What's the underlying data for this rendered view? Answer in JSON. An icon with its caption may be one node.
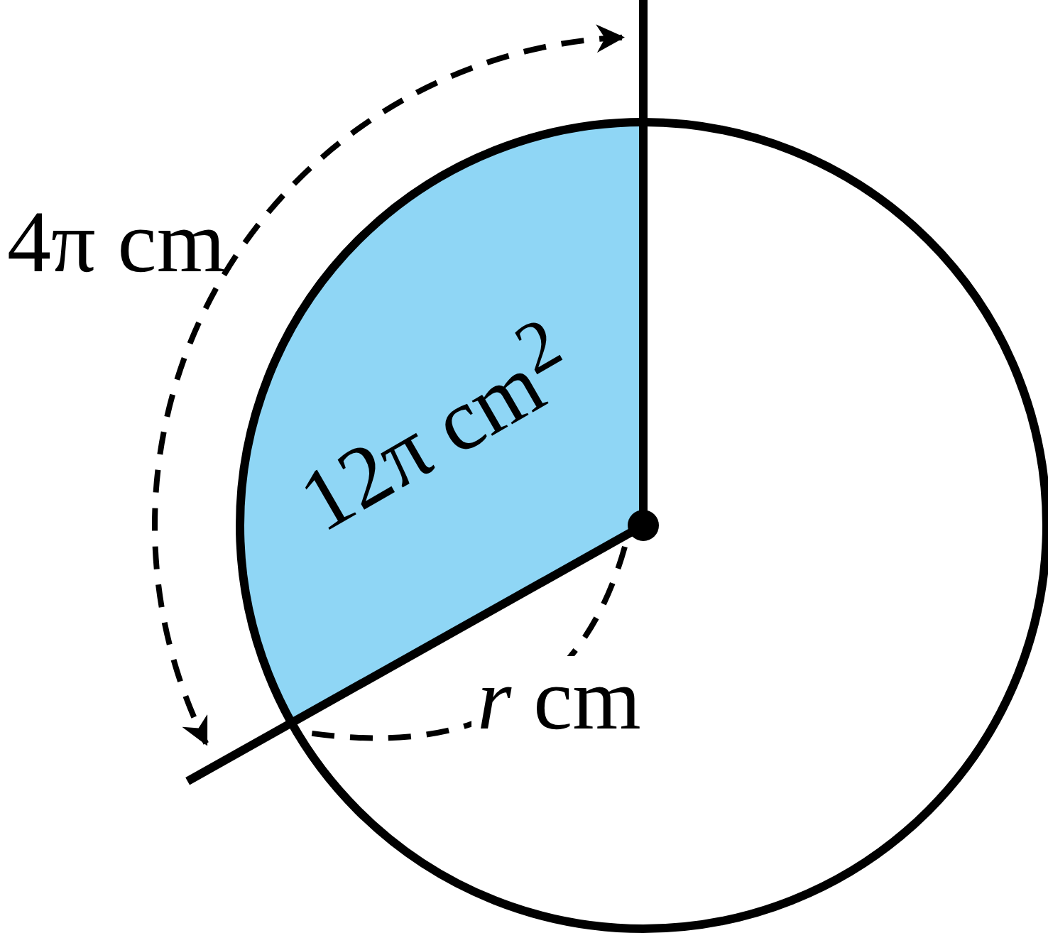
{
  "diagram": {
    "labels": [
      "4π cm",
      "12π cm$^{2}$",
      "*r* cm"
    ]
  }
}
